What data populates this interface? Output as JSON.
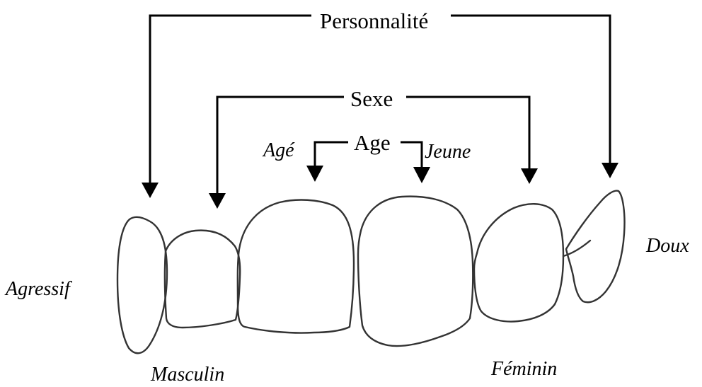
{
  "labels": {
    "personnalite": "Personnalité",
    "sexe": "Sexe",
    "age": "Age",
    "age_old": "Agé",
    "age_young": "Jeune",
    "agressif": "Agressif",
    "doux": "Doux",
    "masculin": "Masculin",
    "feminin": "Féminin"
  },
  "colors": {
    "ink": "#000000",
    "tooth_outline": "#333333",
    "background": "#ffffff"
  }
}
